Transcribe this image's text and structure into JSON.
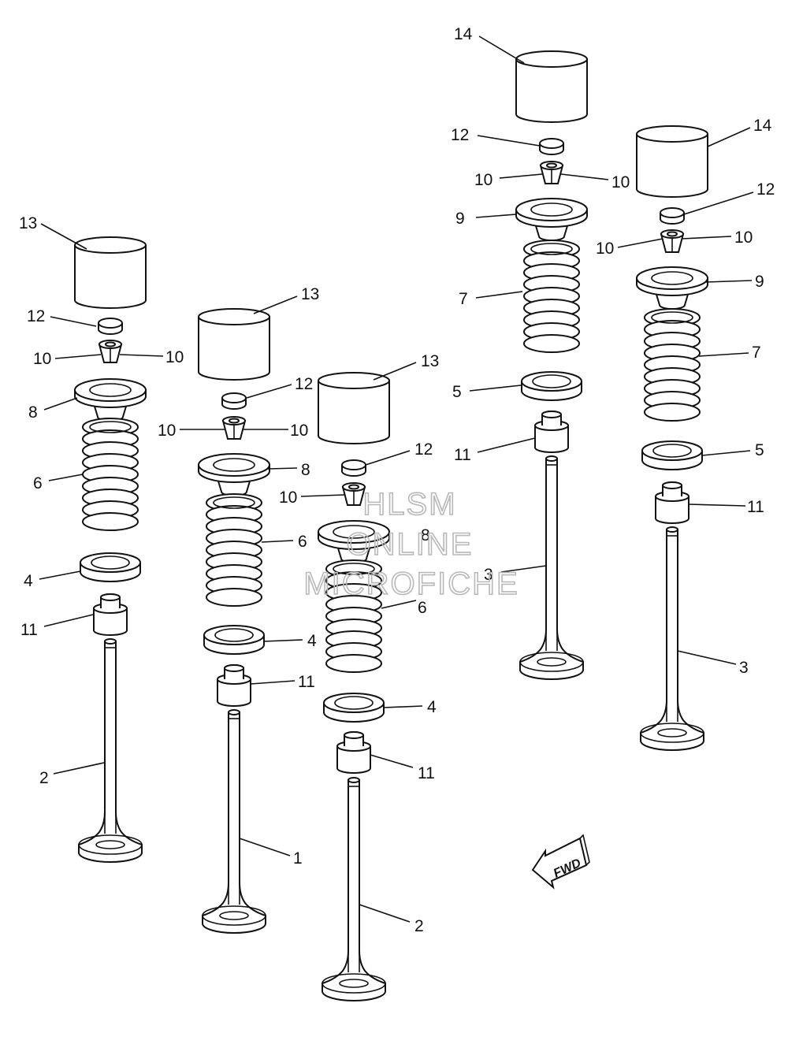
{
  "diagram": {
    "labels": {
      "c1_13": "13",
      "c1_12": "12",
      "c1_10a": "10",
      "c1_10b": "10",
      "c1_8": "8",
      "c1_6": "6",
      "c1_4": "4",
      "c1_11": "11",
      "c1_2": "2",
      "c2_13": "13",
      "c2_12": "12",
      "c2_10a": "10",
      "c2_10b": "10",
      "c2_8": "8",
      "c2_6": "6",
      "c2_4": "4",
      "c2_11": "11",
      "c2_1": "1",
      "c3_13": "13",
      "c3_12": "12",
      "c3_10": "10",
      "c3_8": "8",
      "c3_6": "6",
      "c3_4": "4",
      "c3_11": "11",
      "c3_2": "2",
      "c4_14": "14",
      "c4_12": "12",
      "c4_10a": "10",
      "c4_10b": "10",
      "c4_9": "9",
      "c4_7": "7",
      "c4_5": "5",
      "c4_11": "11",
      "c4_3": "3",
      "c5_14": "14",
      "c5_12": "12",
      "c5_10a": "10",
      "c5_10b": "10",
      "c5_9": "9",
      "c5_7": "7",
      "c5_5": "5",
      "c5_11": "11",
      "c5_3": "3"
    },
    "watermark": {
      "line1": "HLSM",
      "line2": "ONLINE",
      "line3": "MICROFICHE"
    },
    "direction_badge": "FWD"
  }
}
